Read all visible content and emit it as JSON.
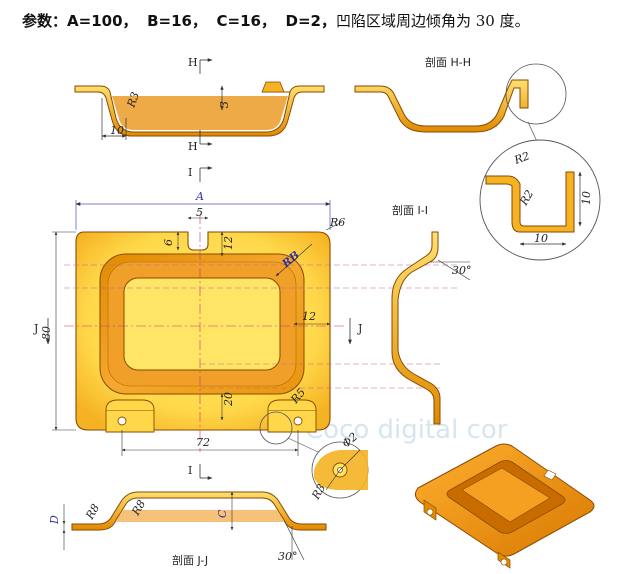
{
  "header": {
    "label": "参数：",
    "a": "A=100，",
    "b": "B=16，",
    "c": "C=16，",
    "d": "D=2，",
    "desc": "凹陷区域周边倾角为 30 度。"
  },
  "sections": {
    "hh": "剖面 H-H",
    "ii": "剖面 I-I",
    "jj": "剖面 J-J"
  },
  "cut_labels": {
    "h": "H",
    "i": "I",
    "j": "J"
  },
  "dims": {
    "r3_a": "R3",
    "d3": "3",
    "d10_a": "10",
    "dA": "A",
    "d5": "5",
    "d6": "6",
    "d12_a": "12",
    "R6": "R6",
    "RB": "RB",
    "d80": "80",
    "d12_b": "12",
    "d20": "20",
    "R5": "R5",
    "d72": "72",
    "a30_a": "30°",
    "R2_a": "R2",
    "R2_b": "R2",
    "d10_b": "10",
    "d10_c": "10",
    "phi2": "Φ2",
    "R3_b": "R3",
    "dD": "D",
    "R8_a": "R8",
    "R8_b": "R8",
    "dC": "C",
    "a30_b": "30°"
  },
  "watermark": "Coco digital cor",
  "colors": {
    "part_light": "#FFE566",
    "part_mid": "#F5B324",
    "part_dark": "#E08A00",
    "edge": "#8A4A00",
    "dim_line": "#3A3A3A",
    "center_line": "#D03070",
    "projection": "#C060A0",
    "a_dim": "#5050C0"
  }
}
